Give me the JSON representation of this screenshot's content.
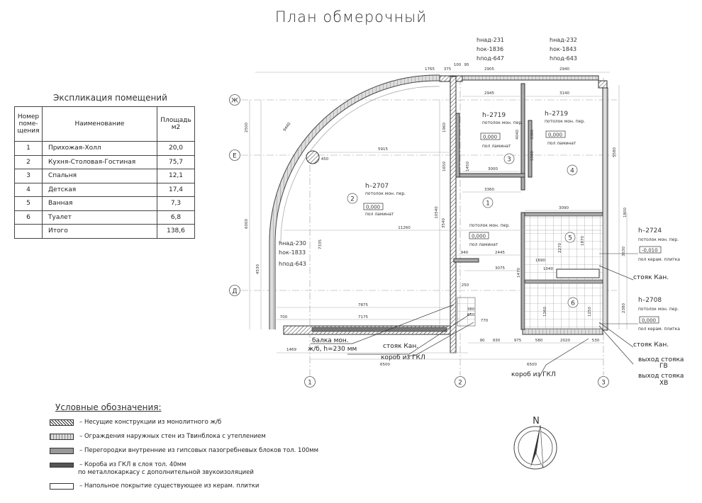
{
  "title": "План обмерочный",
  "explication": {
    "caption": "Экспликация помещений",
    "headers": [
      "Номер поме-щения",
      "Наименование",
      "Площадь м2"
    ],
    "rows": [
      {
        "num": "1",
        "name": "Прихожая-Холл",
        "area": "20,0"
      },
      {
        "num": "2",
        "name": "Кухня-Столовая-Гостиная",
        "area": "75,7"
      },
      {
        "num": "3",
        "name": "Спальня",
        "area": "12,1"
      },
      {
        "num": "4",
        "name": "Детская",
        "area": "17,4"
      },
      {
        "num": "5",
        "name": "Ванная",
        "area": "7,3"
      },
      {
        "num": "6",
        "name": "Туалет",
        "area": "6,8"
      },
      {
        "num": "",
        "name": "Итого",
        "area": "138,6"
      }
    ]
  },
  "legend": {
    "caption": "Условные обозначения:",
    "items": [
      {
        "text": "– Несущие конструкции из монолитного ж/б"
      },
      {
        "text": "– Ограждения наружных стен из Твинблока с утеплением"
      },
      {
        "text": "– Перегородки внутренние из гипсовых пазогребневых блоков тол. 100мм"
      },
      {
        "text": "– Короба из ГКЛ в слоя тол. 40мм"
      },
      {
        "text": "по металлокаркасу с дополнительной звукоизоляцией"
      },
      {
        "text": "– Напольное покрытие существующее из керам. плитки"
      }
    ]
  },
  "plan": {
    "axes": {
      "zh": "Ж",
      "e": "Е",
      "d": "Д",
      "a1": "1",
      "a2": "2",
      "a3": "3"
    },
    "rooms": {
      "r1": "1",
      "r2": "2",
      "r3": "3",
      "r4": "4",
      "r5": "5",
      "r6": "6"
    },
    "top_marks": {
      "m1": [
        "hнад-231",
        "hок-1836",
        "hпод-647"
      ],
      "m2": [
        "hнад-232",
        "hок-1843",
        "hпод-643"
      ],
      "m3": [
        "hнад-230",
        "hок-1833",
        "hпод-643"
      ]
    },
    "heights": {
      "h2707": "h–2707",
      "h2719a": "h–2719",
      "h2719b": "h–2719",
      "h2724": "h–2724",
      "h2708": "h–2708",
      "ceil": "потолок мон. пер.",
      "ceil2": "потолок мон. пер.",
      "ceil3": "потолок мон. пер.",
      "ceil4": "потолок мон. пер.",
      "ceil5": "потолок мон. пер.",
      "ceil6": "потолок мон. пер.",
      "lvl0": "0,000",
      "lvl0b": "0,000",
      "lvl0c": "0,000",
      "lvl0d": "0,000",
      "lvl0e": "0,000",
      "lvlm": "-0,010",
      "lam": "пол ламинат",
      "lam2": "пол ламинат",
      "lam3": "пол ламинат",
      "lam4": "пол ламинат",
      "ker": "пол керам. плитка",
      "ker2": "пол керам. плитка"
    },
    "callouts": {
      "beam1": "балка мон.",
      "beam2": "ж/б, h=230 мм",
      "riser": "стояк Кан.",
      "riser2": "стояк Кан.",
      "riser3": "стояк Кан.",
      "box": "короб из ГКЛ",
      "box2": "короб из ГКЛ",
      "gv1": "выход стояка",
      "gv2": "ГВ",
      "hv1": "выход стояка",
      "hv2": "ХВ"
    },
    "dims": {
      "d1765": "1765",
      "d375": "375",
      "d100a": "100",
      "d95": "95",
      "d2905": "2905",
      "d2940": "2940",
      "d2945": "2945",
      "d3140": "3140",
      "d5915": "5915",
      "d3000": "3000",
      "d3360": "3360",
      "d3090": "3090",
      "d11260": "11260",
      "d940": "940",
      "d2445": "2445",
      "d3075": "3075",
      "d7875": "7875",
      "d7175": "7175",
      "d700": "700",
      "d1469": "1469",
      "d6500a": "6500",
      "d6500b": "6500",
      "d930": "930",
      "d975": "975",
      "d580": "580",
      "d2020": "2020",
      "d530": "530",
      "d90": "90",
      "d1690": "1690",
      "d1040": "1040",
      "d1470": "1470",
      "d1800": "1800",
      "d2500": "2500",
      "d6000": "6000",
      "d4530": "4530",
      "d7335": "7335",
      "d10540": "10540",
      "d3540": "3540",
      "d5580": "5580",
      "d4040": "4040",
      "d3380": "3380",
      "d1960": "1960",
      "d1650": "1650",
      "d1450": "1450",
      "d1870": "1870",
      "d2270": "2270",
      "d1260": "1260",
      "d1250": "1250",
      "d2380": "2380",
      "d3630": "3630",
      "d9440": "9440",
      "d450": "450",
      "d380": "380",
      "d250": "250",
      "d650": "650",
      "d770": "770"
    },
    "north": "N"
  }
}
